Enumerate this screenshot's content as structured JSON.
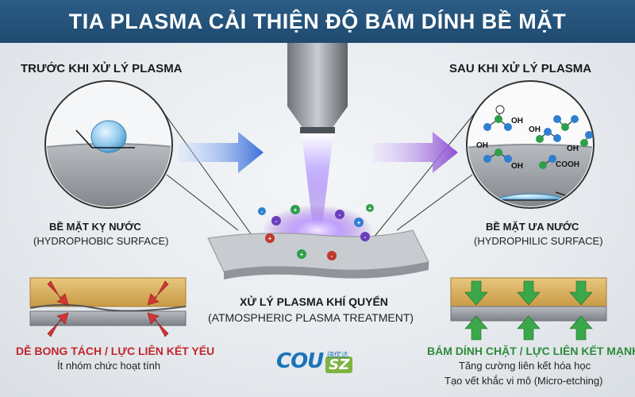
{
  "title": "TIA PLASMA CẢI THIỆN ĐỘ BÁM DÍNH BỀ MẶT",
  "before": {
    "header": "TRƯỚC KHI XỬ LÝ PLASMA",
    "surface_label": "BỀ MẶT KỴ NƯỚC",
    "surface_label_en": "(HYDROPHOBIC SURFACE)",
    "result": "DỄ BONG TÁCH / LỰC LIÊN KẾT YẾU",
    "result_sub": "Ít nhóm chức hoạt tính"
  },
  "after": {
    "header": "SAU KHI XỬ LÝ PLASMA",
    "surface_label": "BỀ MẶT ƯA NƯỚC",
    "surface_label_en": "(HYDROPHILIC SURFACE)",
    "result": "BÁM DÍNH CHẶT / LỰC LIÊN KẾT MẠNH",
    "result_sub_1": "Tăng cường liên kết hóa học",
    "result_sub_2": "Tạo vết khắc vi mô (Micro-etching)",
    "molecule_labels": [
      "OH",
      "OH",
      "OH",
      "OH",
      "OH",
      "COOH"
    ]
  },
  "center": {
    "label": "XỬ LÝ PLASMA KHÍ QUYỂN",
    "label_en": "(ATMOSPHERIC PLASMA TREATMENT)"
  },
  "logo": {
    "brand": "COU",
    "suffix": "SZ",
    "cn": "阔优达"
  },
  "colors": {
    "banner": "#1f4a70",
    "arrow_blue": "#3a6fd8",
    "arrow_purple": "#8a4fd0",
    "red": "#c0262d",
    "green": "#2d8a3a"
  }
}
